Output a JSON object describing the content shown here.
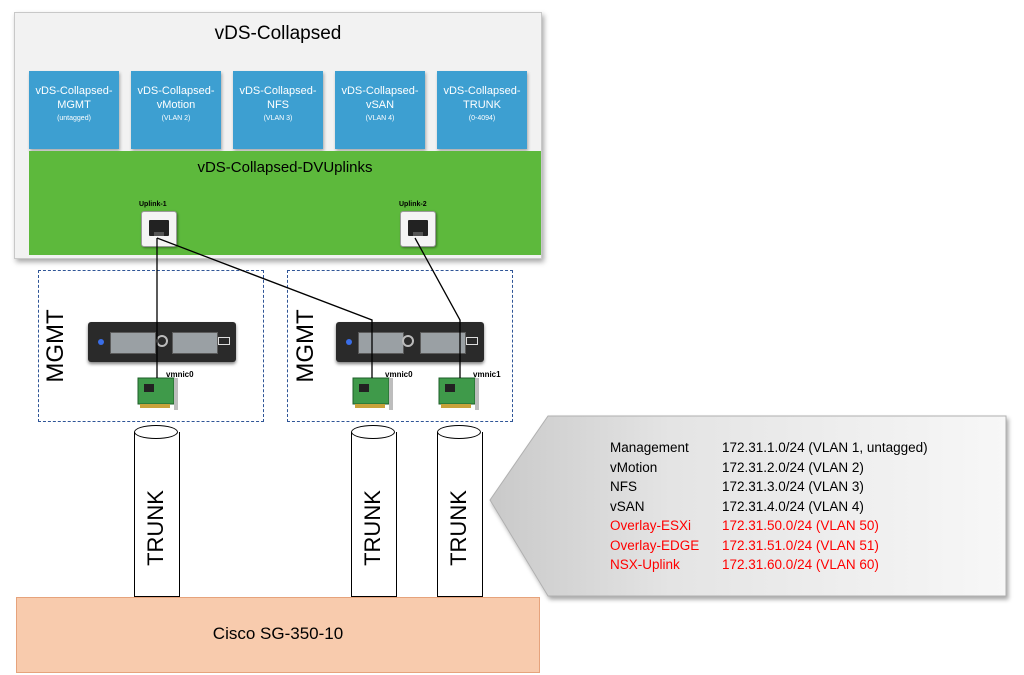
{
  "vds": {
    "title": "vDS-Collapsed",
    "portgroups": [
      {
        "line1": "vDS-Collapsed-",
        "line2": "MGMT",
        "line3": "(untagged)"
      },
      {
        "line1": "vDS-Collapsed-",
        "line2": "vMotion",
        "line3": "(VLAN 2)"
      },
      {
        "line1": "vDS-Collapsed-",
        "line2": "NFS",
        "line3": "(VLAN 3)"
      },
      {
        "line1": "vDS-Collapsed-",
        "line2": "vSAN",
        "line3": "(VLAN 4)"
      },
      {
        "line1": "vDS-Collapsed-",
        "line2": "TRUNK",
        "line3": "(0-4094)"
      }
    ],
    "uplinks_title": "vDS-Collapsed-DVUplinks",
    "uplink1_label": "Uplink-1",
    "uplink2_label": "Uplink-2"
  },
  "hosts": [
    {
      "label": "MGMT",
      "nic1": "vmnic0"
    },
    {
      "label": "MGMT",
      "nic1": "vmnic0",
      "nic2": "vmnic1"
    }
  ],
  "trunk_label": "TRUNK",
  "switch_label": "Cisco SG-350-10",
  "networks": [
    {
      "name": "Management",
      "subnet": "172.31.1.0/24 (VLAN 1, untagged)",
      "highlight": false
    },
    {
      "name": "vMotion",
      "subnet": "172.31.2.0/24 (VLAN 2)",
      "highlight": false
    },
    {
      "name": "NFS",
      "subnet": "172.31.3.0/24 (VLAN 3)",
      "highlight": false
    },
    {
      "name": "vSAN",
      "subnet": "172.31.4.0/24 (VLAN 4)",
      "highlight": false
    },
    {
      "name": "Overlay-ESXi",
      "subnet": "172.31.50.0/24 (VLAN 50)",
      "highlight": true
    },
    {
      "name": "Overlay-EDGE",
      "subnet": "172.31.51.0/24 (VLAN 51)",
      "highlight": true
    },
    {
      "name": "NSX-Uplink",
      "subnet": "172.31.60.0/24 (VLAN 60)",
      "highlight": true
    }
  ],
  "colors": {
    "portgroup": "#3d9fd1",
    "uplinks": "#5db93c",
    "switch": "#f8cbad",
    "highlight_text": "#ff0000",
    "host_border": "#2f5597"
  }
}
